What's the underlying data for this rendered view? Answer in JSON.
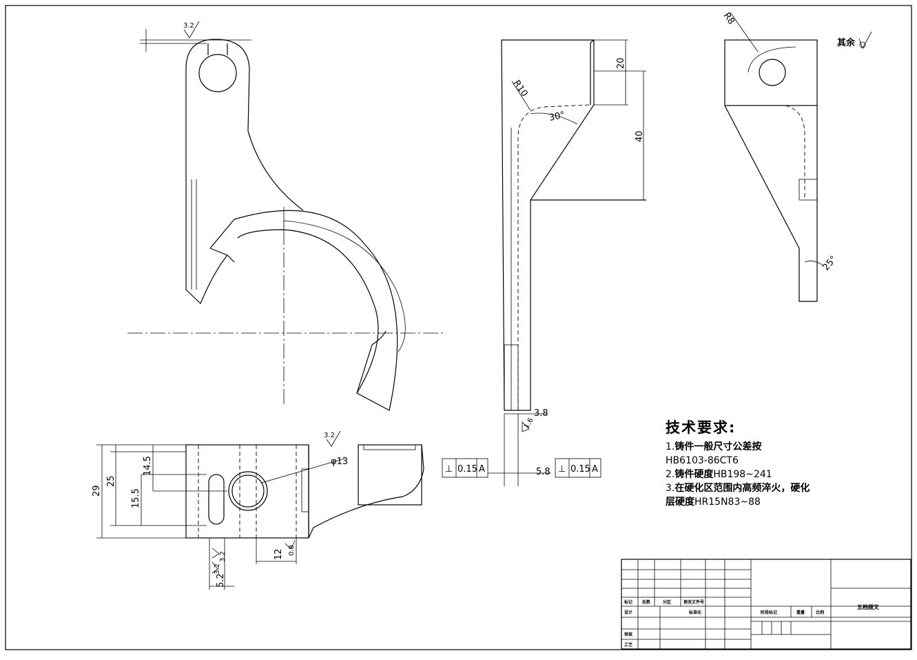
{
  "drawing_title": "五档拨叉",
  "surface_note": {
    "label": "其余"
  },
  "roughness": [
    "3.2",
    "3.2",
    "3.2",
    "3.2",
    "1.6",
    "0.8"
  ],
  "dimensions": {
    "top_view": [
      "29",
      "25",
      "14.5",
      "15.5",
      "φ13",
      "12",
      "5.2"
    ],
    "side_view": [
      "20",
      "40",
      "R10",
      "30°",
      "3.8",
      "5.8"
    ],
    "right_view": [
      "R8",
      "25°"
    ]
  },
  "tolerances": [
    {
      "symbol": "⊥",
      "value": "0.15",
      "datum": "A"
    },
    {
      "symbol": "⊥",
      "value": "0.15",
      "datum": "A"
    }
  ],
  "technical_requirements": {
    "title": "技术要求:",
    "items": [
      {
        "num": "1.",
        "text": "铸件一般尺寸公差按"
      },
      {
        "num": "",
        "text": "HB6103-86CT6"
      },
      {
        "num": "2.",
        "text": "铸件硬度",
        "value": "HB198~241"
      },
      {
        "num": "3.",
        "text": "在硬化区范围内高频淬火，硬化"
      },
      {
        "num": "",
        "text": "层硬度",
        "value": "HR15N83~88"
      }
    ]
  },
  "title_block": {
    "labels": [
      "标记",
      "处数",
      "分区",
      "更改文件号",
      "设计",
      "标准化",
      "审核",
      "工艺",
      "阶段标记",
      "重量",
      "比例"
    ]
  }
}
